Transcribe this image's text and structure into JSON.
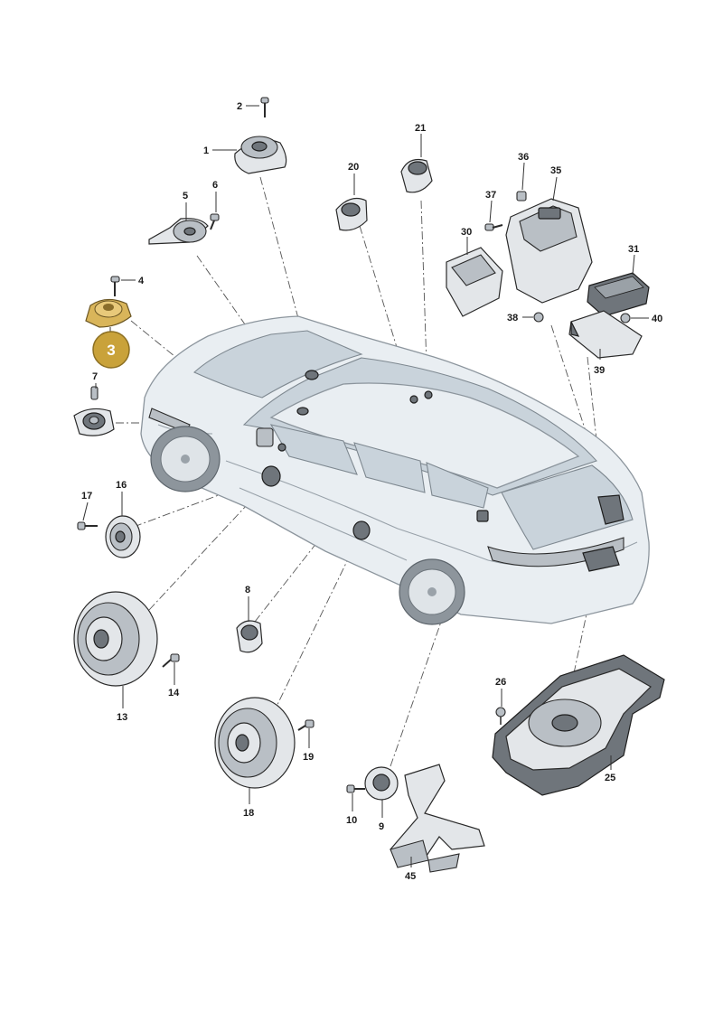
{
  "diagram": {
    "highlighted_part": "3",
    "highlight_color": "#c9a23a",
    "callouts": {
      "c1": "1",
      "c2": "2",
      "c4": "4",
      "c5": "5",
      "c6": "6",
      "c7": "7",
      "c8": "8",
      "c9": "9",
      "c10": "10",
      "c13": "13",
      "c14": "14",
      "c16": "16",
      "c17": "17",
      "c18": "18",
      "c19": "19",
      "c20": "20",
      "c21": "21",
      "c25": "25",
      "c26": "26",
      "c30": "30",
      "c31": "31",
      "c35": "35",
      "c36": "36",
      "c37": "37",
      "c38": "38",
      "c39": "39",
      "c40": "40",
      "c45": "45"
    }
  }
}
